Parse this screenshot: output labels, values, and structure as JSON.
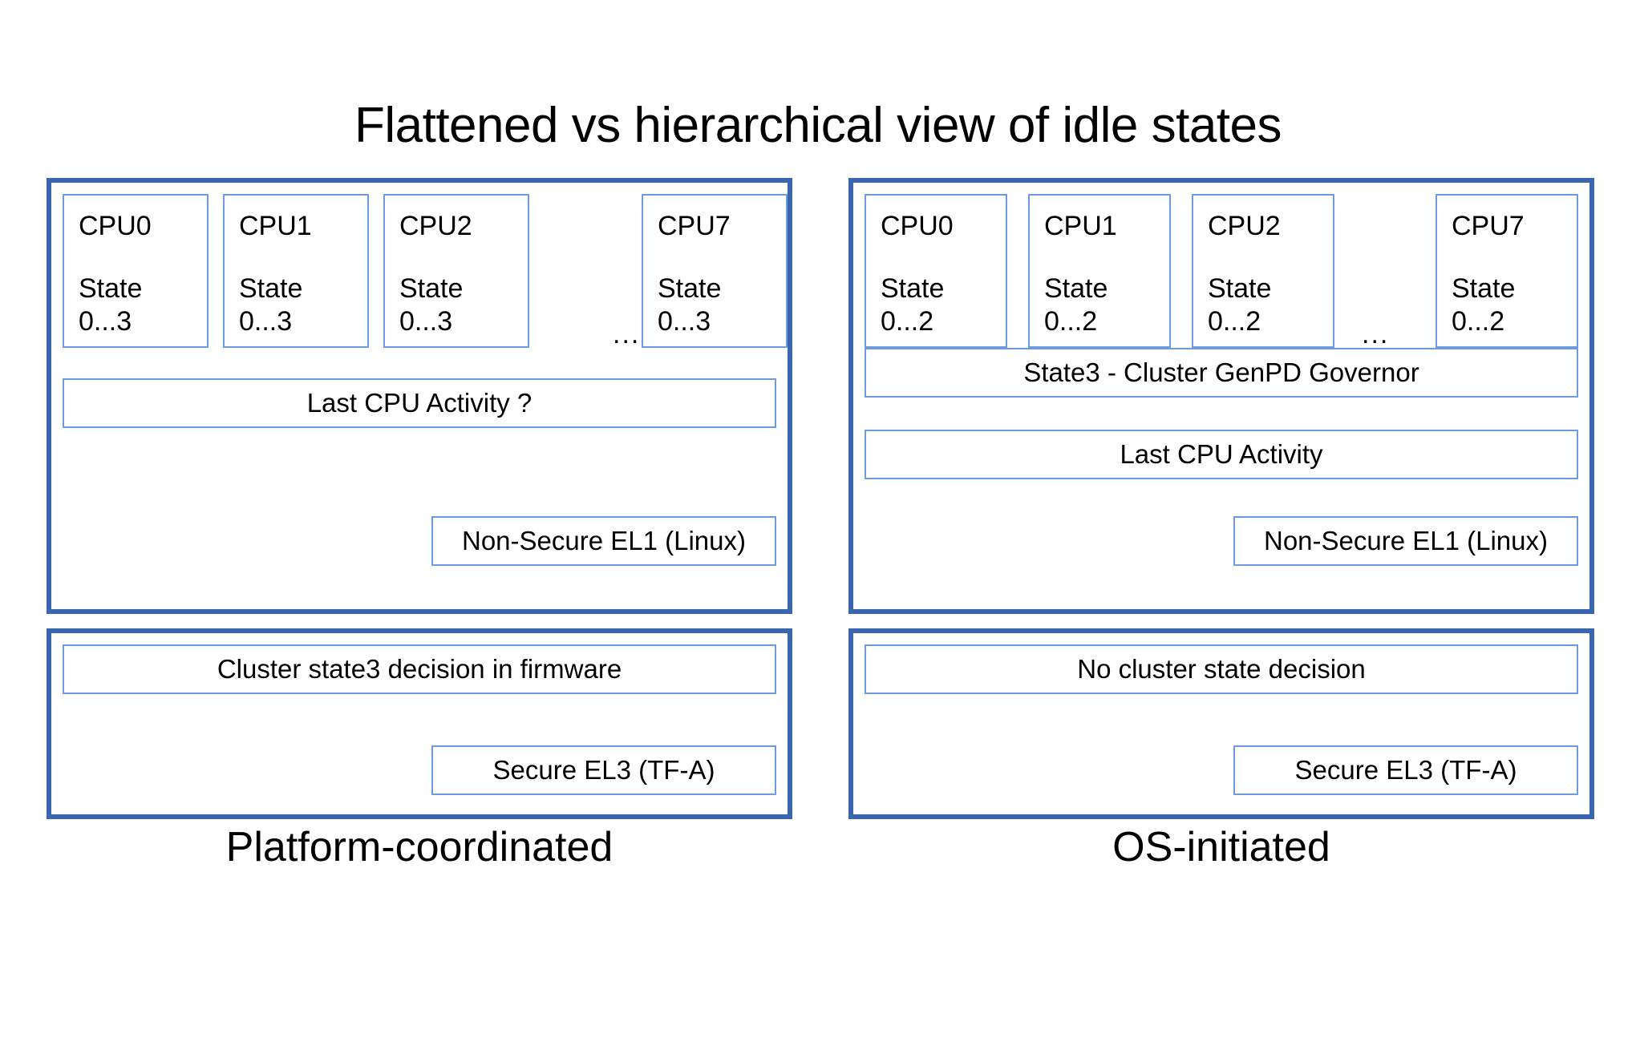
{
  "title": "Flattened vs hierarchical view of idle states",
  "columns": [
    {
      "caption": "Platform-coordinated",
      "os_panel": {
        "cpus": [
          {
            "name": "CPU0",
            "state_line1": "State",
            "state_line2": "0...3"
          },
          {
            "name": "CPU1",
            "state_line1": "State",
            "state_line2": "0...3"
          },
          {
            "name": "CPU2",
            "state_line1": "State",
            "state_line2": "0...3"
          },
          {
            "name": "CPU7",
            "state_line1": "State",
            "state_line2": "0...3"
          }
        ],
        "ellipsis": "...",
        "bars": [
          "Last CPU Activity ?"
        ],
        "level_badge": "Non-Secure EL1 (Linux)"
      },
      "fw_panel": {
        "bars": [
          "Cluster state3 decision in firmware"
        ],
        "level_badge": "Secure EL3 (TF-A)"
      }
    },
    {
      "caption": "OS-initiated",
      "os_panel": {
        "cpus": [
          {
            "name": "CPU0",
            "state_line1": "State",
            "state_line2": "0...2"
          },
          {
            "name": "CPU1",
            "state_line1": "State",
            "state_line2": "0...2"
          },
          {
            "name": "CPU2",
            "state_line1": "State",
            "state_line2": "0...2"
          },
          {
            "name": "CPU7",
            "state_line1": "State",
            "state_line2": "0...2"
          }
        ],
        "ellipsis": "...",
        "bars": [
          "State3 - Cluster GenPD Governor",
          "Last CPU Activity"
        ],
        "level_badge": "Non-Secure EL1 (Linux)"
      },
      "fw_panel": {
        "bars": [
          "No cluster state decision"
        ],
        "level_badge": "Secure EL3 (TF-A)"
      }
    }
  ],
  "colors": {
    "outer_border": "#3A66B0",
    "inner_border": "#6E9AE0",
    "background": "#FFFFFF",
    "text": "#000000"
  }
}
